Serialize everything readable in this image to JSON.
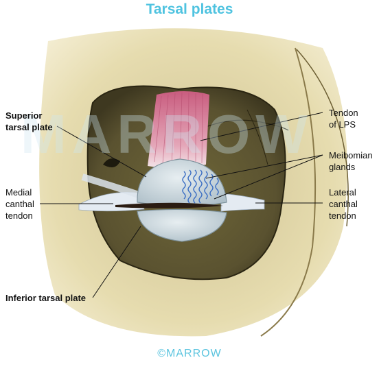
{
  "title": "Tarsal plates",
  "watermark": "MARROW",
  "footer": "©MARROW",
  "labels": {
    "superior_line1": "Superior",
    "superior_line2": "tarsal plate",
    "medial_line1": "Medial",
    "medial_line2": "canthal",
    "medial_line3": "tendon",
    "inferior": "Inferior tarsal plate",
    "tendon_line1": "Tendon",
    "tendon_line2": "of LPS",
    "meibomian_line1": "Meibomian",
    "meibomian_line2": "glands",
    "lateral_line1": "Lateral",
    "lateral_line2": "canthal",
    "lateral_line3": "tendon"
  },
  "colors": {
    "title": "#4fc3e0",
    "bone": "#e8ddb0",
    "orbit": "#5b5430",
    "plate": "#c8d6dd",
    "muscle": "#d98aa0",
    "gland": "#4a78c8",
    "ligament": "#dfe6ee"
  }
}
